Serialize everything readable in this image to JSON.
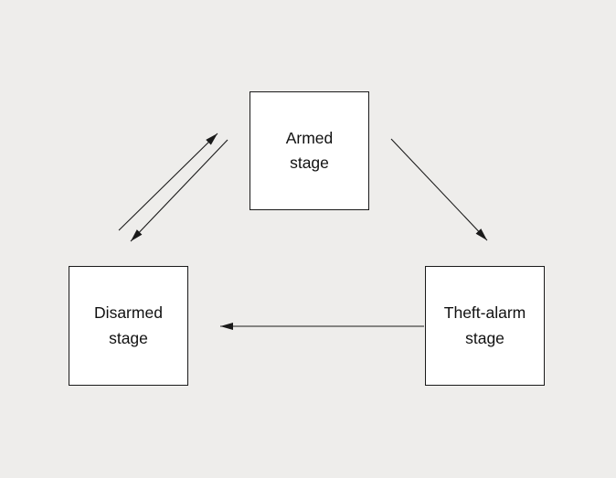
{
  "diagram": {
    "nodes": {
      "armed": {
        "label": "Armed\nstage"
      },
      "disarmed": {
        "label": "Disarmed\nstage"
      },
      "theft_alarm": {
        "label": "Theft-alarm\nstage"
      }
    },
    "edges": [
      {
        "from": "disarmed",
        "to": "armed"
      },
      {
        "from": "armed",
        "to": "disarmed"
      },
      {
        "from": "armed",
        "to": "theft_alarm"
      },
      {
        "from": "theft_alarm",
        "to": "disarmed"
      }
    ],
    "colors": {
      "background": "#eeedeb",
      "node_fill": "#ffffff",
      "node_border": "#1a1a1a",
      "line": "#1a1a1a",
      "text": "#111111"
    }
  }
}
